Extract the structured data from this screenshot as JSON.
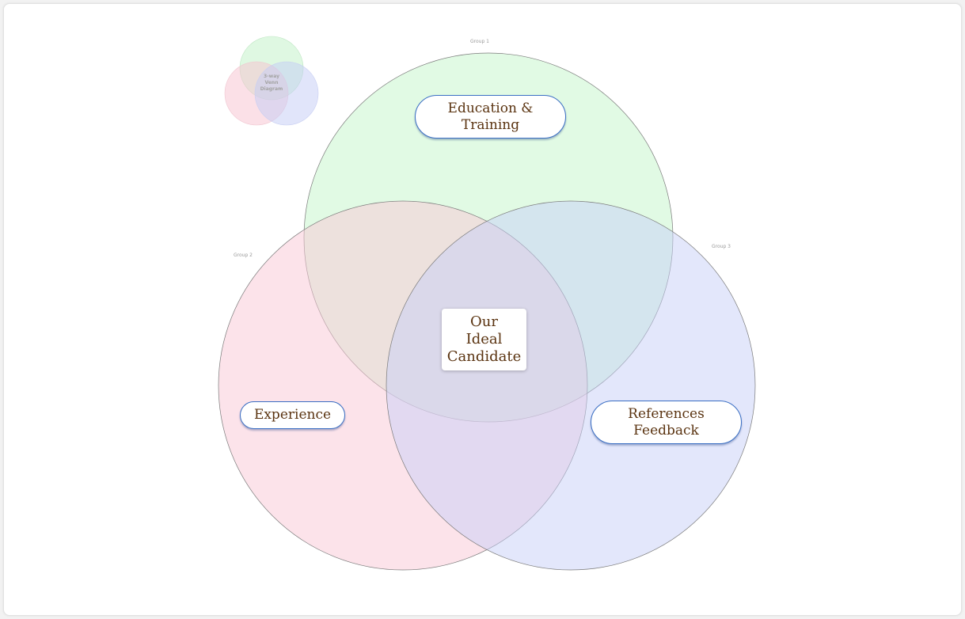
{
  "diagram": {
    "type": "venn-3",
    "thumbnail": {
      "lines": [
        "3-way",
        "Venn",
        "Diagram"
      ]
    },
    "groups": [
      {
        "label": "Group 1",
        "color": "#e2fbe4"
      },
      {
        "label": "Group 2",
        "color": "#fce1e8"
      },
      {
        "label": "Group 3",
        "color": "#e2e6fb"
      }
    ],
    "regions": {
      "group1_only": [
        "Education &",
        "Training"
      ],
      "group2_only": [
        "Experience"
      ],
      "group3_only": [
        "References",
        "Feedback"
      ],
      "center": [
        "Our",
        "Ideal",
        "Candidate"
      ]
    },
    "colors": {
      "label_text": "#5a3310",
      "pill_border": "#3b6fc4",
      "circle_stroke": "#7a7a7a"
    }
  }
}
